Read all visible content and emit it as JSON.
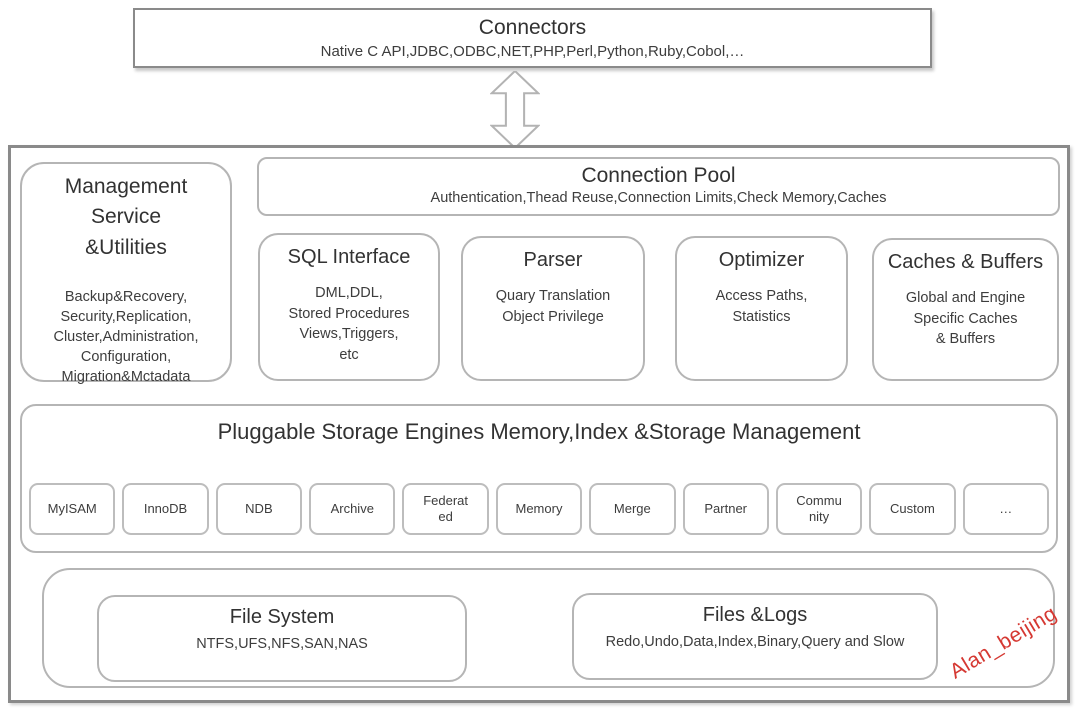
{
  "connectors": {
    "title": "Connectors",
    "subtitle": "Native C API,JDBC,ODBC,NET,PHP,Perl,Python,Ruby,Cobol,…"
  },
  "management_service": {
    "title": "Management\nService\n&Utilities",
    "body": "Backup&Recovery,\nSecurity,Replication,\nCluster,Administration,\nConfiguration,\nMigration&Mctadata"
  },
  "connection_pool": {
    "title": "Connection Pool",
    "subtitle": "Authentication,Thead Reuse,Connection Limits,Check Memory,Caches"
  },
  "components": [
    {
      "title": "SQL Interface",
      "body": "DML,DDL,\nStored Procedures\nViews,Triggers,\netc"
    },
    {
      "title": "Parser",
      "body": "Quary Translation\nObject Privilege"
    },
    {
      "title": "Optimizer",
      "body": "Access Paths,\nStatistics"
    },
    {
      "title": "Caches & Buffers",
      "body": "Global and Engine\nSpecific Caches\n& Buffers"
    }
  ],
  "storage_engines": {
    "title": "Pluggable Storage Engines Memory,Index &Storage Management",
    "engines": [
      "MyISAM",
      "InnoDB",
      "NDB",
      "Archive",
      "Federat\ned",
      "Memory",
      "Merge",
      "Partner",
      "Commu\nnity",
      "Custom",
      "…"
    ]
  },
  "file_layer": {
    "file_system": {
      "title": "File System",
      "subtitle": "NTFS,UFS,NFS,SAN,NAS"
    },
    "files_logs": {
      "title": "Files &Logs",
      "subtitle": "Redo,Undo,Data,Index,Binary,Query and Slow"
    }
  },
  "watermark": {
    "text": "Alan_beijing",
    "color": "#d53832"
  },
  "colors": {
    "outer_border": "#8a8a8a",
    "rounded_border": "#b5b5b5",
    "chip_border": "#bdbdbd",
    "text": "#3a3a3a",
    "watermark_red": "#d53832"
  }
}
